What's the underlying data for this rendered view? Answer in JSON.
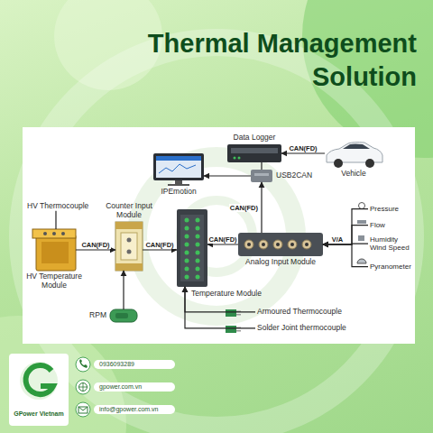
{
  "diagram": {
    "title": "Thermal Management Solution",
    "nodes": [
      {
        "text": [
          "HV Thermocouple"
        ]
      },
      {
        "text": [
          "HV Temperature Module"
        ]
      },
      {
        "text": [
          "Counter Input Module"
        ]
      },
      {
        "text": [
          "Temperature Module"
        ]
      },
      {
        "text": [
          "RPM"
        ]
      },
      {
        "text": [
          "Armoured Thermocouple"
        ]
      },
      {
        "text": [
          "Solder Joint thermocouple"
        ]
      },
      {
        "text": [
          "Analog Input Module"
        ]
      },
      {
        "text": [
          "IPEmotion"
        ]
      },
      {
        "text": [
          "Data Logger"
        ]
      },
      {
        "text": [
          "USB2CAN"
        ]
      },
      {
        "text": [
          "Vehicle"
        ]
      },
      {
        "text": [
          "Pressure"
        ]
      },
      {
        "text": [
          "Flow"
        ]
      },
      {
        "text": [
          "Humidity Wind Speed"
        ]
      },
      {
        "text": [
          "Pyranometer"
        ]
      }
    ],
    "edges": [
      {
        "from": 0,
        "to": 1,
        "arrow": "none"
      },
      {
        "from": 1,
        "to": 2,
        "label": "CAN(FD)",
        "arrow": "to"
      },
      {
        "from": 2,
        "to": 3,
        "label": "CAN(FD)",
        "arrow": "to"
      },
      {
        "from": 7,
        "to": 3,
        "label": "CAN(FD)",
        "arrow": "to"
      },
      {
        "from": 7,
        "to": 10,
        "label": "CAN(FD)",
        "arrow": "to"
      },
      {
        "from": 10,
        "to": 8,
        "arrow": "to"
      },
      {
        "from": 11,
        "to": 9,
        "label": "CAN(FD)",
        "arrow": "to"
      },
      {
        "from": 4,
        "to": 2,
        "arrow": "to"
      },
      {
        "from": 5,
        "to": 3,
        "arrow": "to"
      },
      {
        "from": 6,
        "to": 3,
        "arrow": "to"
      },
      {
        "from": 12,
        "to": 7,
        "label": "V/A",
        "arrow": "to"
      },
      {
        "from": 13,
        "to": 7,
        "arrow": "to"
      },
      {
        "from": 14,
        "to": 7,
        "arrow": "to"
      },
      {
        "from": 15,
        "to": 7,
        "arrow": "to"
      },
      {
        "from": 9,
        "to": 10,
        "arrow": "none"
      }
    ],
    "labels": [
      "0936093289",
      "gpower.com.vn",
      "info@gpower.com.vn",
      "GPower Vietnam"
    ]
  }
}
